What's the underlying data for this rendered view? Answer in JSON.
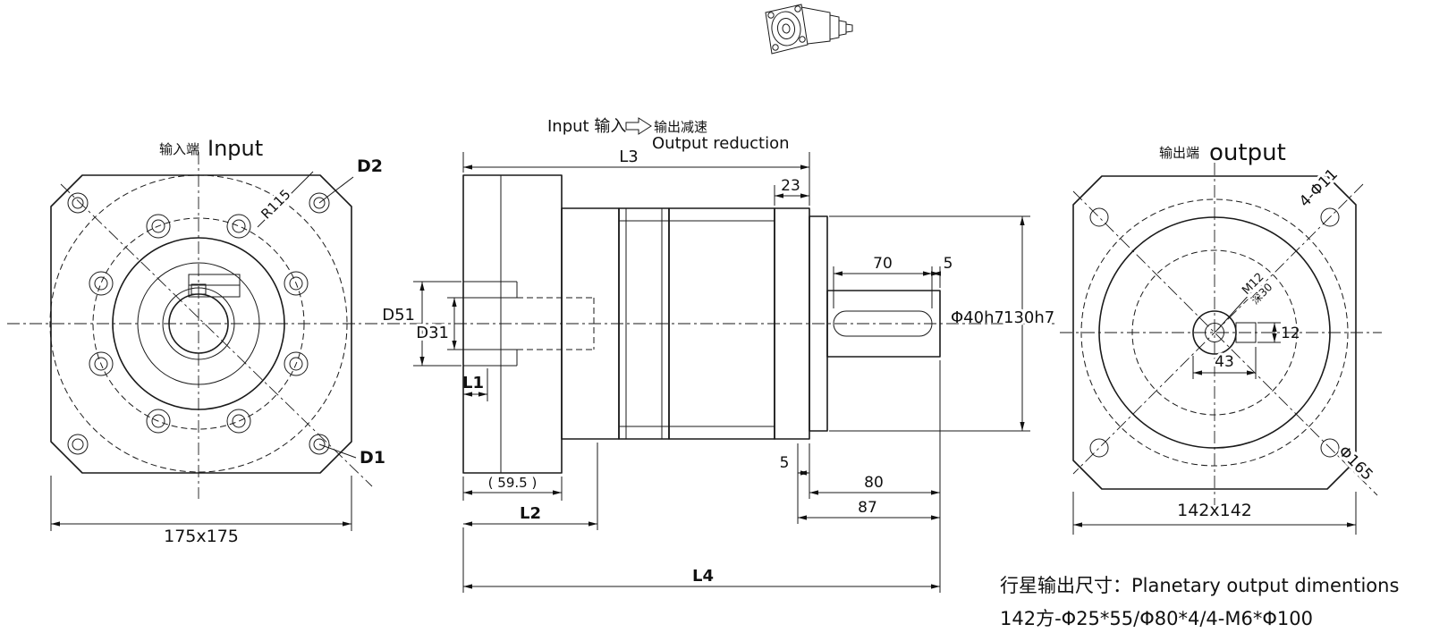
{
  "colors": {
    "ink": "#1a1a1a",
    "background": "#ffffff"
  },
  "views": {
    "input": {
      "title_cn": "输入端",
      "title_en": "Input",
      "dim_square": "175x175",
      "label_d1": "D1",
      "label_d2": "D2",
      "label_r115": "R115"
    },
    "section": {
      "flow_input": "Input 输入",
      "flow_out_cn": "输出减速",
      "flow_out_en": "Output reduction",
      "l1": "L1",
      "l2": "L2",
      "l3": "L3",
      "l4": "L4",
      "d51": "D51",
      "d31": "D31",
      "t23": "23",
      "t70": "70",
      "t5_end": "5",
      "t5_flange": "5",
      "shaft_dia": "Φ40h7",
      "pilot_dia": "130h7",
      "t59_5": "( 59.5 )",
      "t80": "80",
      "t87": "87"
    },
    "output": {
      "title_cn": "输出端",
      "title_en": "output",
      "dim_square": "142x142",
      "holes": "4-Φ11",
      "thread_line1": "M12",
      "thread_line2": "深30",
      "t12": "12",
      "t43": "43",
      "circle_dia": "Φ165"
    }
  },
  "notes": {
    "line1": "行星输出尺寸：Planetary output dimentions",
    "line2": "142方-Φ25*55/Φ80*4/4-M6*Φ100"
  }
}
